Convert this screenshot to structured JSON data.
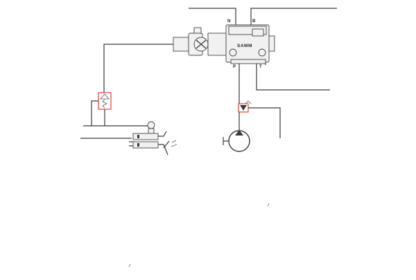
{
  "valve": {
    "brand_label": "SAMM",
    "port_n": "N",
    "port_b": "B",
    "port_p": "P",
    "port_t": "T"
  },
  "colors": {
    "line": "#3a3a3a",
    "highlight": "#d9302b",
    "background": "#ffffff"
  },
  "icons": {
    "pump": "hydraulic-pump-icon",
    "relief_valve": "relief-valve-icon",
    "check_valve": "check-valve-icon",
    "control_valve": "directional-control-valve-icon",
    "pedals": "foot-pedal-icon"
  }
}
